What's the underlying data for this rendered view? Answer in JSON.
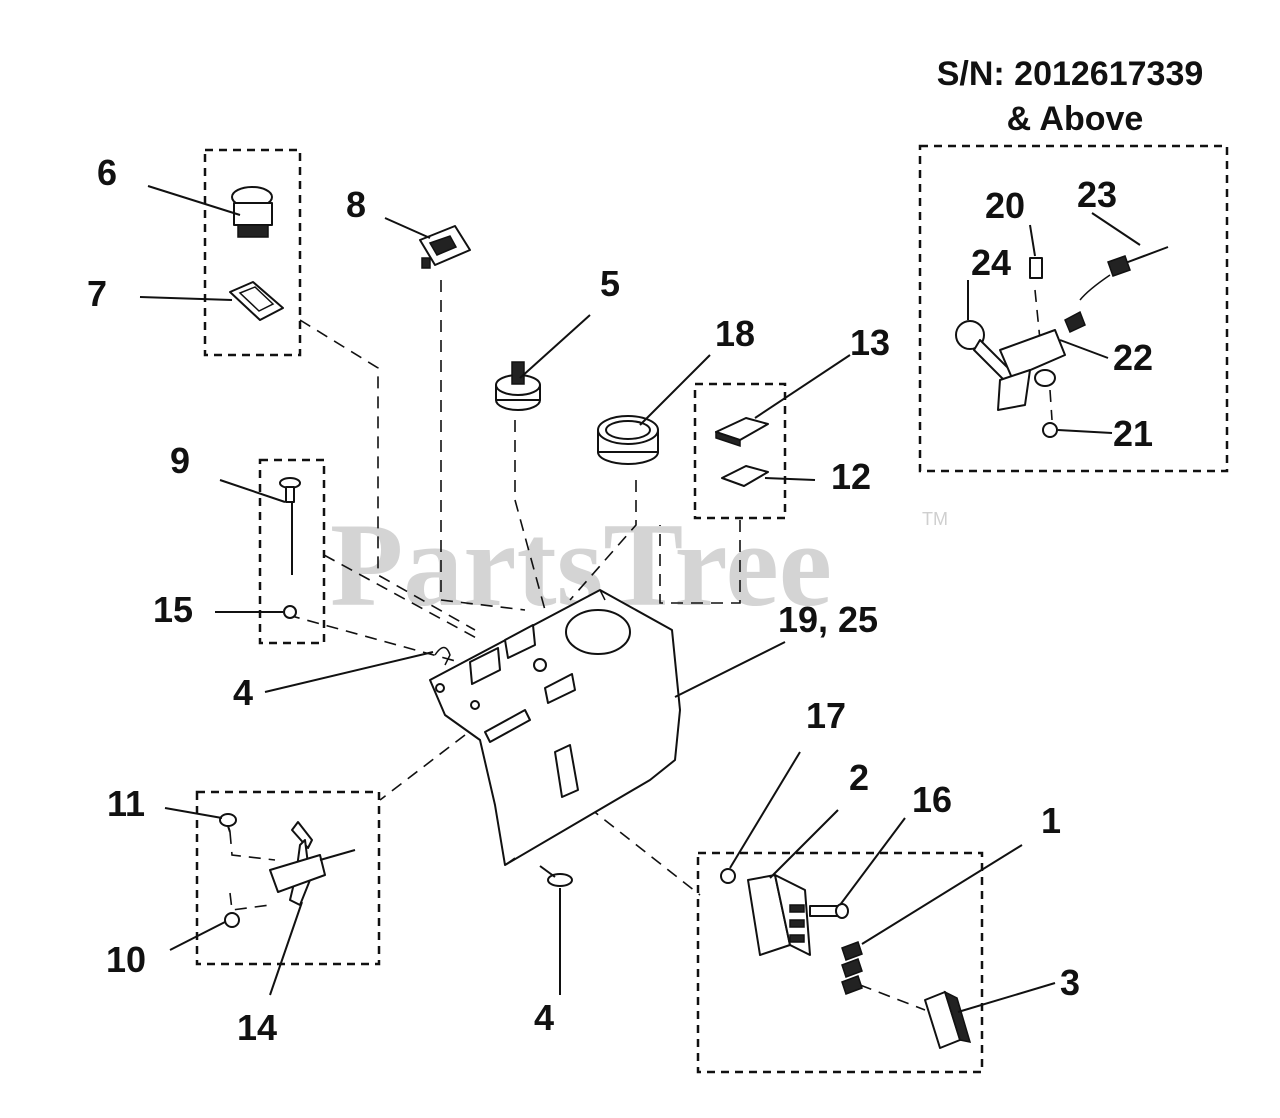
{
  "header": {
    "serial_line1": "S/N: 2012617339",
    "serial_line2": "& Above"
  },
  "watermark": {
    "text": "PartsTree",
    "trademark": "TM"
  },
  "callouts": {
    "c1": "1",
    "c2": "2",
    "c3": "3",
    "c4_top": "4",
    "c4_bottom": "4",
    "c5": "5",
    "c6": "6",
    "c7": "7",
    "c8": "8",
    "c9": "9",
    "c10": "10",
    "c11": "11",
    "c12": "12",
    "c13": "13",
    "c14": "14",
    "c15": "15",
    "c16": "16",
    "c17": "17",
    "c18": "18",
    "c19_25": "19, 25",
    "c20": "20",
    "c21": "21",
    "c22": "22",
    "c23": "23",
    "c24": "24"
  }
}
